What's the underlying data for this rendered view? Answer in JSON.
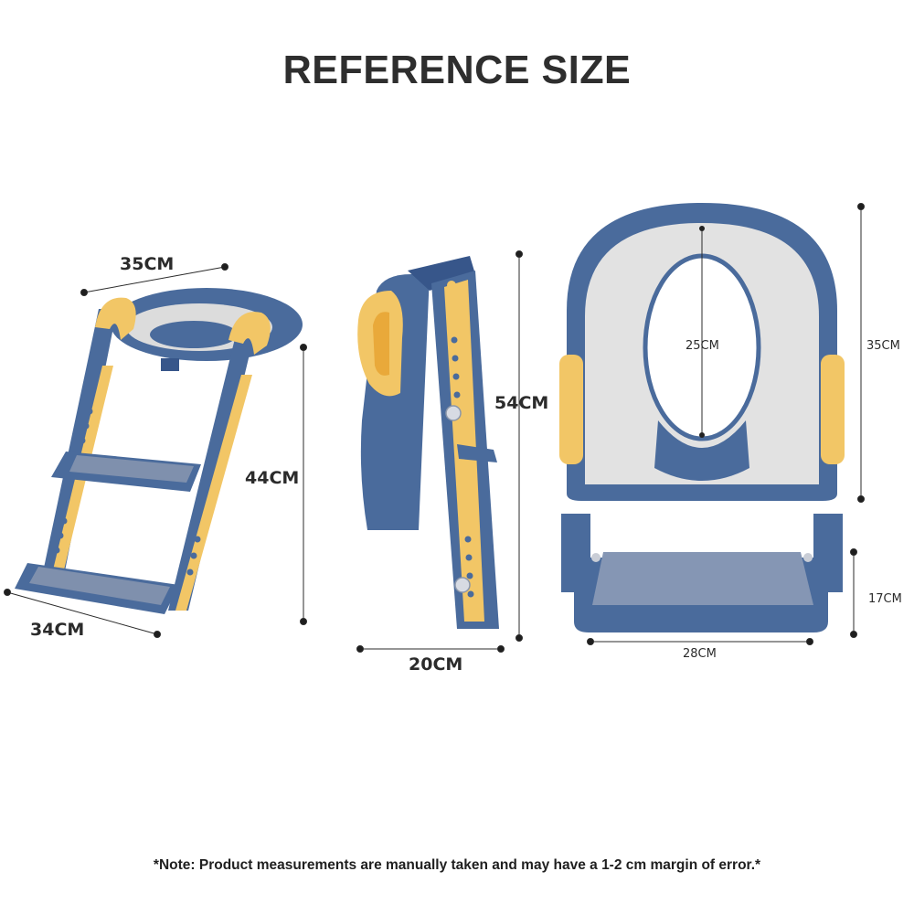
{
  "title": "REFERENCE SIZE",
  "dimensions": {
    "ladder_top_width": "35CM",
    "ladder_height": "44CM",
    "ladder_base_width": "34CM",
    "side_height": "54CM",
    "side_depth": "20CM",
    "seat_opening": "25CM",
    "seat_depth": "35CM",
    "step_height": "17CM",
    "step_width": "28CM"
  },
  "note": "*Note: Product measurements are manually taken and may have a 1-2 cm margin of error.*",
  "colors": {
    "blue": "#4a6b9c",
    "blue_dark": "#37568a",
    "yellow": "#f2c666",
    "gray": "#e4e4e4",
    "tread": "#7f90ad"
  }
}
